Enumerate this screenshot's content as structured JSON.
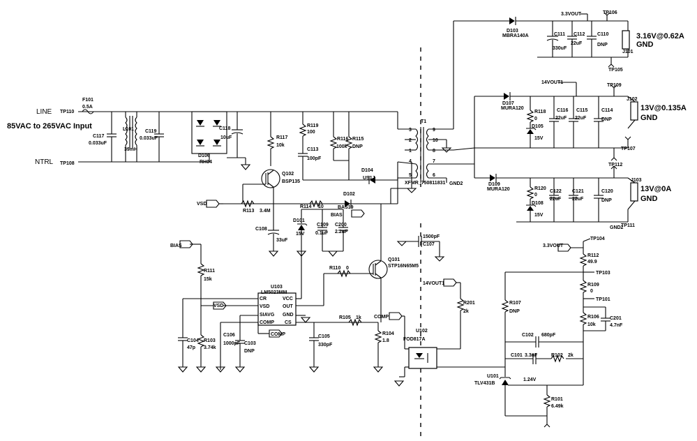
{
  "headline": {
    "input": "85VAC to 265VAC Input"
  },
  "nets": {
    "line": "LINE",
    "ntrl": "NTRL"
  },
  "outputs": {
    "o1": {
      "label": "3.16V@0.62A",
      "gnd": "GND"
    },
    "o2": {
      "label": "13V@0.135A",
      "gnd": "GND"
    },
    "o3": {
      "label": "13V@0A",
      "gnd": "GND"
    }
  },
  "connectors": {
    "j101": "J101",
    "j102": "J102",
    "j103": "J103"
  },
  "testpoints": {
    "tp110": "TP110",
    "tp108": "TP108",
    "tp106": "TP106",
    "tp105": "TP105",
    "tp109": "TP109",
    "tp107": "TP107",
    "tp112": "TP112",
    "tp111": "TP111",
    "tp104": "TP104",
    "tp103": "TP103",
    "tp101": "TP101"
  },
  "flags": {
    "v33a": "3.3VOUT",
    "v33b": "3.3VOUT",
    "v14a": "14VOUT1",
    "v14b": "14VOUT1",
    "vsd1": "VSD",
    "vsd2": "VSD",
    "bias1": "BIAS",
    "bias2": "BIAS",
    "comp1": "COMP",
    "comp2": "COMP",
    "gnd2a": "GND2",
    "gnd2b": "GND2"
  },
  "parts": {
    "f101": {
      "ref": "F101",
      "val": "0.5A"
    },
    "c117": {
      "ref": "C117",
      "val": "0.033uF"
    },
    "l101": {
      "ref": "L101",
      "val": "39mH"
    },
    "c119": {
      "ref": "C119",
      "val": "0.033uF"
    },
    "d106": {
      "ref": "D106",
      "val": "RH04"
    },
    "c118": {
      "ref": "C118",
      "val": "10uF"
    },
    "r117": {
      "ref": "R117",
      "val": "10k"
    },
    "r119": {
      "ref": "R119",
      "val": "100"
    },
    "c113": {
      "ref": "C113",
      "val": "100pF"
    },
    "r116": {
      "ref": "R116",
      "val": "100k"
    },
    "r115": {
      "ref": "R115",
      "val": "DNP"
    },
    "q102": {
      "ref": "Q102",
      "val": "BSP135"
    },
    "d104": {
      "ref": "D104",
      "val": "US1J"
    },
    "d102": {
      "ref": "D102",
      "val": "BAS19"
    },
    "r113": {
      "ref": "R113",
      "val": "3.4M"
    },
    "r114": {
      "ref": "R114",
      "val": "10"
    },
    "c108": {
      "ref": "C108",
      "val": "33uF"
    },
    "d101": {
      "ref": "D101",
      "val": "15V"
    },
    "c109": {
      "ref": "C109",
      "val": "0.1uF"
    },
    "c200": {
      "ref": "C200",
      "val": "2.2uF"
    },
    "t1": {
      "ref": "T1",
      "val": "XFMR_750811831"
    },
    "c107": {
      "ref": "C107",
      "val": "1500pF"
    },
    "q101": {
      "ref": "Q101",
      "val": "STP16N65M5"
    },
    "r110": {
      "ref": "R110",
      "val": "0"
    },
    "r111": {
      "ref": "R111",
      "val": "15k"
    },
    "u103": {
      "ref": "U103",
      "val": "LM5023MM"
    },
    "r105": {
      "ref": "R105",
      "val": "1k"
    },
    "r104": {
      "ref": "R104",
      "val": "1.8"
    },
    "c105": {
      "ref": "C105",
      "val": "330pF"
    },
    "c104": {
      "ref": "C104",
      "val": "47p"
    },
    "r103": {
      "ref": "R103",
      "val": "3.74k"
    },
    "c106": {
      "ref": "C106",
      "val": "1000pF"
    },
    "c103": {
      "ref": "C103",
      "val": "DNP"
    },
    "u102": {
      "ref": "U102",
      "val": "FOD817A"
    },
    "r201": {
      "ref": "R201",
      "val": "2k"
    },
    "d103": {
      "ref": "D103",
      "val": "MBRA140A"
    },
    "c111": {
      "ref": "C111",
      "val": "330uF"
    },
    "c112": {
      "ref": "C112",
      "val": "22uF"
    },
    "c110": {
      "ref": "C110",
      "val": "DNP"
    },
    "d107": {
      "ref": "D107",
      "val": "MURA120"
    },
    "r118": {
      "ref": "R118",
      "val": "0"
    },
    "d105": {
      "ref": "D105",
      "val": "15V"
    },
    "c116": {
      "ref": "C116",
      "val": "22uF"
    },
    "c115": {
      "ref": "C115",
      "val": "22uF"
    },
    "c114": {
      "ref": "C114",
      "val": "DNP"
    },
    "d109": {
      "ref": "D109",
      "val": "MURA120"
    },
    "r120": {
      "ref": "R120",
      "val": "0"
    },
    "d108": {
      "ref": "D108",
      "val": "15V"
    },
    "c122": {
      "ref": "C122",
      "val": "22uF"
    },
    "c121": {
      "ref": "C121",
      "val": "22uF"
    },
    "c120": {
      "ref": "C120",
      "val": "DNP"
    },
    "r112": {
      "ref": "R112",
      "val": "49.9"
    },
    "r109": {
      "ref": "R109",
      "val": "0"
    },
    "r106": {
      "ref": "R106",
      "val": "10k"
    },
    "c201": {
      "ref": "C201",
      "val": "4.7nF"
    },
    "r107": {
      "ref": "R107",
      "val": "DNP"
    },
    "c102": {
      "ref": "C102",
      "val": "680pF"
    },
    "c101": {
      "ref": "C101",
      "val": "3.3nF"
    },
    "r102": {
      "ref": "R102",
      "val": "2k"
    },
    "u101": {
      "ref": "U101",
      "val": "TLV431B",
      "vref": "1.24V"
    },
    "r101": {
      "ref": "R101",
      "val": "6.49k"
    }
  },
  "pins": {
    "u103": {
      "cr": "CR",
      "vsd": "VSD",
      "siavg": "SIAVG",
      "comp": "COMP",
      "vcc": "VCC",
      "out": "OUT",
      "gnd": "GND",
      "cs": "CS"
    },
    "t1": {
      "p3": "3",
      "p2": "2",
      "p1": "1",
      "p4": "4",
      "p5": "5",
      "p9": "9",
      "p10": "10",
      "p8": "8",
      "p7": "7",
      "p6": "6"
    }
  }
}
